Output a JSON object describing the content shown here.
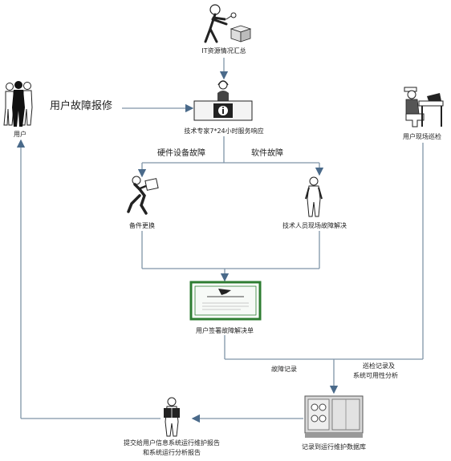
{
  "diagram": {
    "labels": {
      "it_summary": "IT资源情况汇总",
      "user": "用户",
      "user_report": "用户故障报修",
      "expert_response": "技术专家7*24小时服务响应",
      "hardware_fault": "硬件设备故障",
      "software_fault": "软件故障",
      "spare_replace": "备件更换",
      "onsite_solve": "技术人员现场故障解决",
      "user_sign": "用户签署故障解决单",
      "onsite_inspect": "用户现场巡检",
      "fault_record": "故障记录",
      "inspect_record_line1": "巡检记录及",
      "inspect_record_line2": "系统可用性分析",
      "db_record": "记录到运行维护数据库",
      "report_line1": "提交给用户信息系统运行维护报告",
      "report_line2": "和系统运行分析报告"
    },
    "icons": [
      "person-boxes-icon",
      "people-group-icon",
      "helpdesk-agent-icon",
      "person-at-desk-icon",
      "person-carrying-icon",
      "technician-icon",
      "certificate-icon",
      "person-reading-icon",
      "server-cabinet-icon"
    ],
    "colors": {
      "connector": "#7f95a8",
      "arrow": "#4a6a8a",
      "certificate_border": "#2e7d32"
    }
  }
}
